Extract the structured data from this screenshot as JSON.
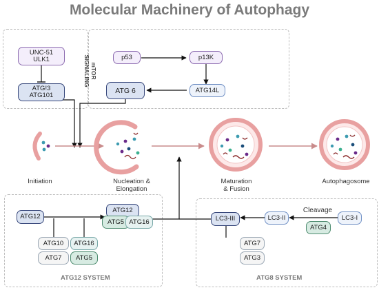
{
  "title": "Molecular Machinery of Autophagy",
  "side_label": [
    "mTOR",
    "SIGNALING"
  ],
  "nodes": {
    "unc51": "UNC-51",
    "ulk1": "ULK1",
    "atg13": "ATG!3",
    "atg101": "ATG101",
    "p53": "p53",
    "p13k": "p13K",
    "atg14l": "ATG14L",
    "atg6": "ATG 6",
    "atg12_left": "ATG12",
    "atg12_complex": "ATG12",
    "atg5_complex": "ATG5",
    "atg16_complex": "ATG16",
    "atg10": "ATG10",
    "atg16": "ATG16",
    "atg7_left": "ATG7",
    "atg5": "ATG5",
    "lc3_iii": "LC3-III",
    "lc3_ii": "LC3-II",
    "lc3_i": "LC3-I",
    "atg4": "ATG4",
    "atg7_right": "ATG7",
    "atg3": "ATG3"
  },
  "cleavage": "Cleavage",
  "stages": {
    "initiation": "Initiation",
    "nucleation_1": "Nucleation &",
    "nucleation_2": "Elongation",
    "maturation_1": "Maturation",
    "maturation_2": "& Fusion",
    "autophagosome": "Autophagosome"
  },
  "systems": {
    "atg12": "ATG12 SYSTEM",
    "atg8": "ATG8 SYSTEM"
  },
  "colors": {
    "arrow": "#111111",
    "pink_arrow": "#c98b8b",
    "membrane": "#e8a0a0",
    "title": "#7a7a7a"
  }
}
